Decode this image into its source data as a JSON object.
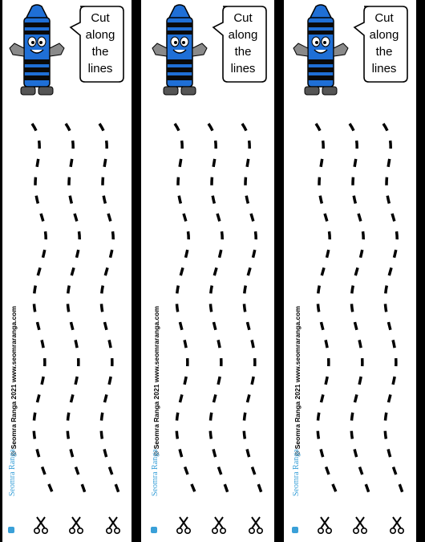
{
  "strips": [
    {
      "bubble_text": "Cut\nalong\nthe\nlines",
      "credit": "© Seomra Ranga 2021 www.seomraranga.com",
      "brand": "Seomra Ranga"
    },
    {
      "bubble_text": "Cut\nalong\nthe\nlines",
      "credit": "© Seomra Ranga 2021 www.seomraranga.com",
      "brand": "Seomra Ranga"
    },
    {
      "bubble_text": "Cut\nalong\nthe\nlines",
      "credit": "© Seomra Ranga 2021 www.seomraranga.com",
      "brand": "Seomra Ranga"
    }
  ],
  "icons": {
    "mascot": "blue-crayon-character",
    "tool": "scissors-icon"
  },
  "colors": {
    "crayon": "#1f6fd6",
    "stripe": "#0a0a0a",
    "brand": "#3aa0d8"
  }
}
